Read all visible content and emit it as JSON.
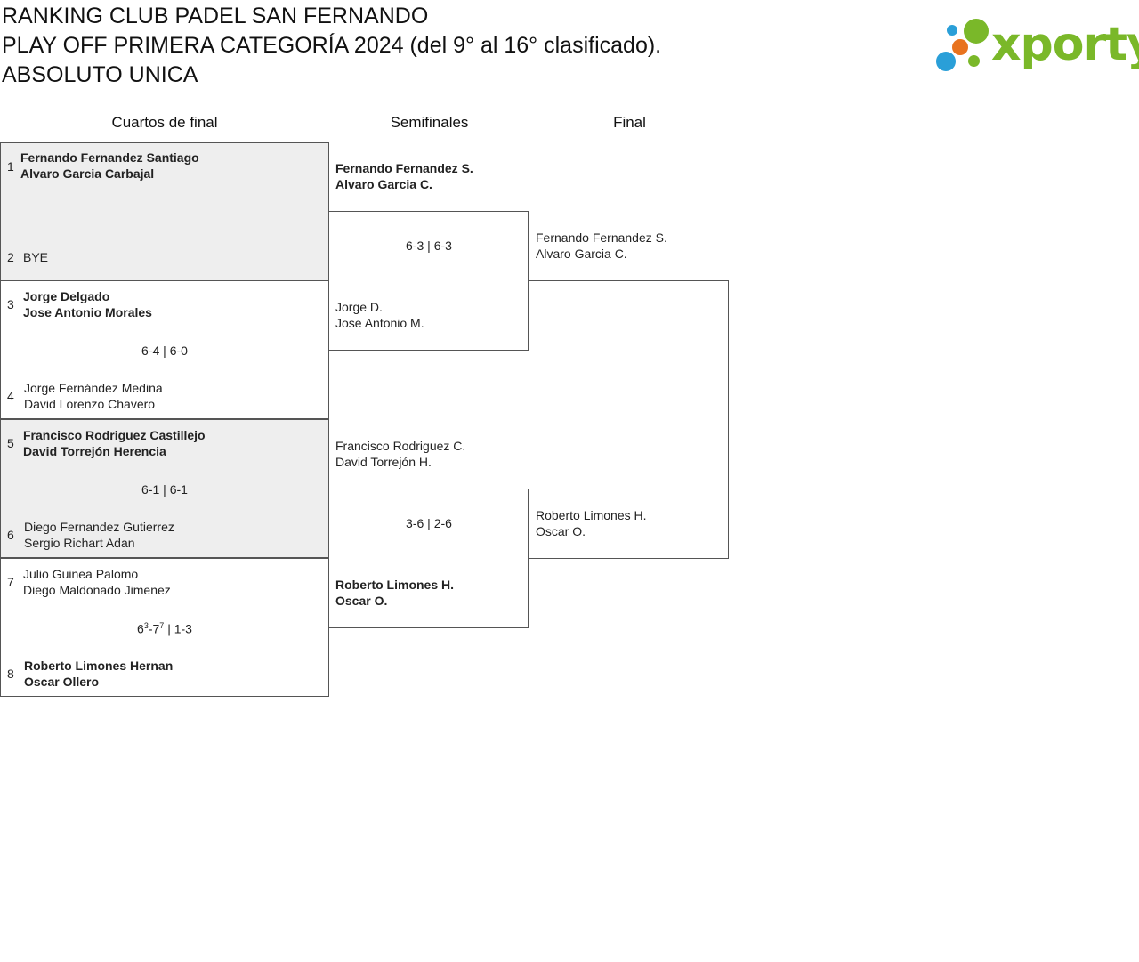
{
  "header": {
    "line1": "RANKING CLUB PADEL SAN FERNANDO",
    "line2": "PLAY OFF PRIMERA CATEGORÍA 2024 (del 9° al 16° clasificado).",
    "line3": "ABSOLUTO UNICA"
  },
  "logo": {
    "text": "xporty",
    "colors": [
      "#7ab829",
      "#e8731e",
      "#2a9fd8"
    ]
  },
  "rounds": [
    "Cuartos de final",
    "Semifinales",
    "Final"
  ],
  "quarterfinals": [
    {
      "seed_a": "1",
      "team_a": [
        "Fernando Fernandez Santiago",
        "Alvaro Garcia Carbajal"
      ],
      "seed_b": "2",
      "team_b": [
        "BYE"
      ],
      "score": ""
    },
    {
      "seed_a": "3",
      "team_a": [
        "Jorge Delgado",
        "Jose Antonio Morales"
      ],
      "seed_b": "4",
      "team_b": [
        "Jorge Fernández Medina",
        "David Lorenzo Chavero"
      ],
      "score": "6-4 | 6-0"
    },
    {
      "seed_a": "5",
      "team_a": [
        "Francisco Rodriguez Castillejo",
        "David Torrejón Herencia"
      ],
      "seed_b": "6",
      "team_b": [
        "Diego Fernandez Gutierrez",
        "Sergio Richart Adan"
      ],
      "score": "6-1 | 6-1"
    },
    {
      "seed_a": "7",
      "team_a": [
        "Julio Guinea Palomo",
        "Diego Maldonado Jimenez"
      ],
      "seed_b": "8",
      "team_b": [
        "Roberto Limones Hernan",
        "Oscar Ollero"
      ],
      "score_parts": {
        "g1a": "6",
        "g1a_tb": "3",
        "g1b": "7",
        "g1b_tb": "7",
        "rest": " | 1-3"
      }
    }
  ],
  "semifinals": [
    {
      "team_a": [
        "Fernando Fernandez S.",
        "Alvaro Garcia C."
      ],
      "team_b": [
        "Jorge D.",
        "Jose Antonio M."
      ],
      "score": "6-3 | 6-3"
    },
    {
      "team_a": [
        "Francisco Rodriguez C.",
        "David Torrejón H."
      ],
      "team_b": [
        "Roberto Limones H.",
        "Oscar O."
      ],
      "score": "3-6 | 2-6"
    }
  ],
  "final": {
    "team_a": [
      "Fernando Fernandez S.",
      "Alvaro Garcia C."
    ],
    "team_b": [
      "Roberto Limones H.",
      "Oscar O."
    ]
  }
}
